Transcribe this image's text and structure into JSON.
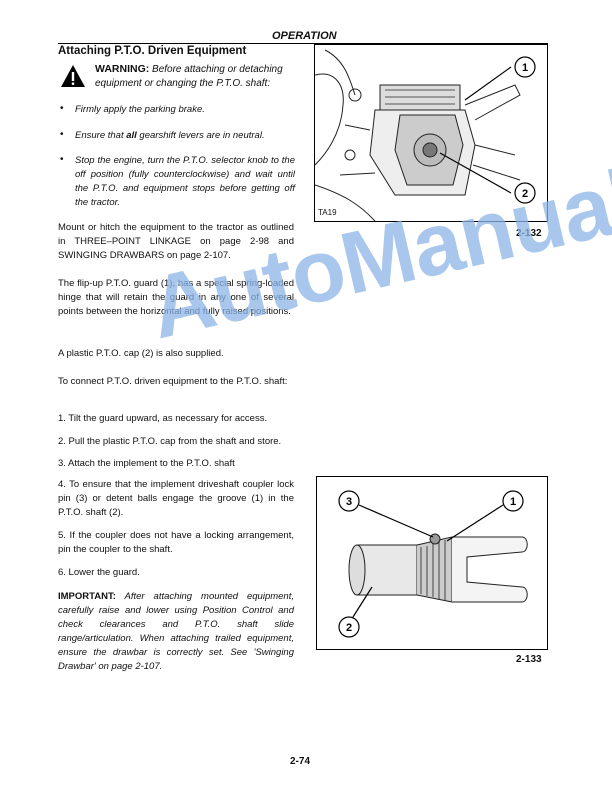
{
  "header": {
    "title": "OPERATION"
  },
  "section": {
    "title": "Attaching P.T.O. Driven Equipment"
  },
  "warning": {
    "label": "WARNING:",
    "text": "Before attaching or detaching equipment or changing the P.T.O. shaft:"
  },
  "bullets": [
    {
      "text": "Firmly apply the parking brake."
    },
    {
      "pre": "Ensure that ",
      "bold": "all",
      "post": " gearshift levers are in neutral."
    },
    {
      "text": "Stop the engine, turn the P.T.O. selector knob to the off position (fully counterclockwise) and wait until the P.T.O. and equipment stops before getting off the tractor."
    }
  ],
  "paragraphs": {
    "mount": "Mount or hitch the equipment to the tractor as outlined in THREE–POINT LINKAGE on page 2-98 and SWINGING DRAWBARS on page 2-107.",
    "guard": "The flip-up P.T.O. guard (1), has a special spring-loaded hinge that will retain the guard in any one of several points between the horizontal and fully raised positions.",
    "cap": "A plastic P.T.O. cap (2) is also supplied.",
    "connect": "To connect P.T.O. driven equipment to the P.T.O. shaft:"
  },
  "steps": [
    "1.  Tilt the guard upward, as necessary for access.",
    "2.  Pull the plastic P.T.O. cap from the shaft and store.",
    "3.  Attach the implement to the P.T.O. shaft",
    "4.  To ensure that the implement driveshaft coupler lock pin (3) or detent balls engage the groove (1) in the P.T.O. shaft (2).",
    "5.  If the coupler does not have a locking arrangement, pin the coupler to the shaft.",
    "6.  Lower the guard."
  ],
  "important": {
    "label": "IMPORTANT:",
    "text": "After attaching mounted equipment, carefully raise and lower using Position Control and check clearances and P.T.O. shaft slide range/articulation. When attaching trailed equipment, ensure the drawbar is correctly set. See 'Swinging Drawbar' on page 2-107."
  },
  "figure1": {
    "code": "TA19",
    "number": "2-132",
    "callouts": [
      "1",
      "2"
    ]
  },
  "figure2": {
    "number": "2-133",
    "callouts": [
      "3",
      "1",
      "2"
    ]
  },
  "page_number": "2-74",
  "watermark": "AutoManual"
}
